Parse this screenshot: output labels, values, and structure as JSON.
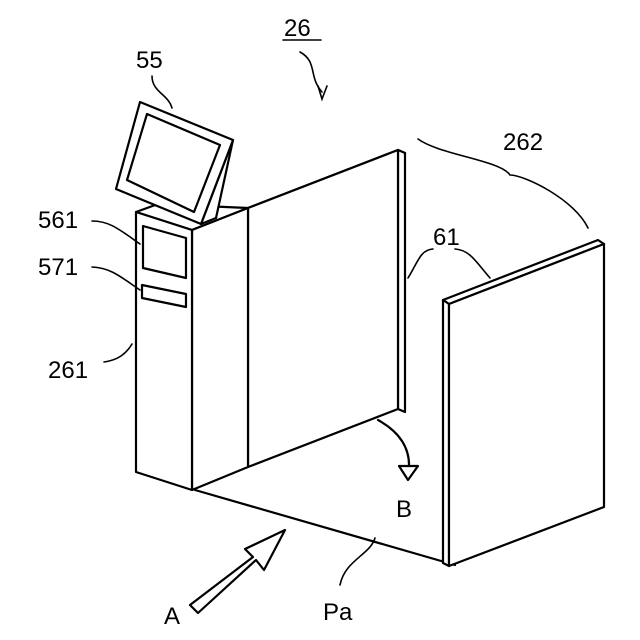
{
  "figure": {
    "labels": {
      "device": "26",
      "display": "55",
      "screen": "561",
      "slot": "571",
      "housing": "261",
      "gate_panel": "262",
      "panel": "61",
      "direction_a": "A",
      "direction_b": "B",
      "passage": "Pa"
    }
  }
}
